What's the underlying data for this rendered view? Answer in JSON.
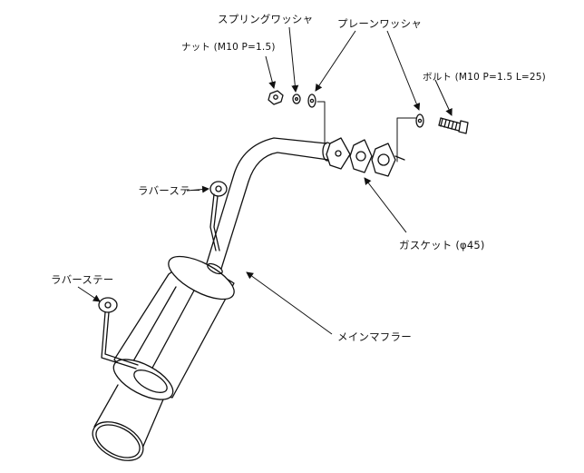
{
  "labels": {
    "nut": "ナット (M10 P=1.5)",
    "spring_washer": "スプリングワッシャ",
    "plain_washer": "プレーンワッシャ",
    "bolt": "ボルト (M10 P=1.5 L=25)",
    "rubber_stay_upper": "ラバーステー",
    "rubber_stay_lower": "ラバーステー",
    "gasket": "ガスケット (φ45)",
    "main_muffler": "メインマフラー"
  },
  "colors": {
    "line": "#111111",
    "background": "#ffffff"
  }
}
